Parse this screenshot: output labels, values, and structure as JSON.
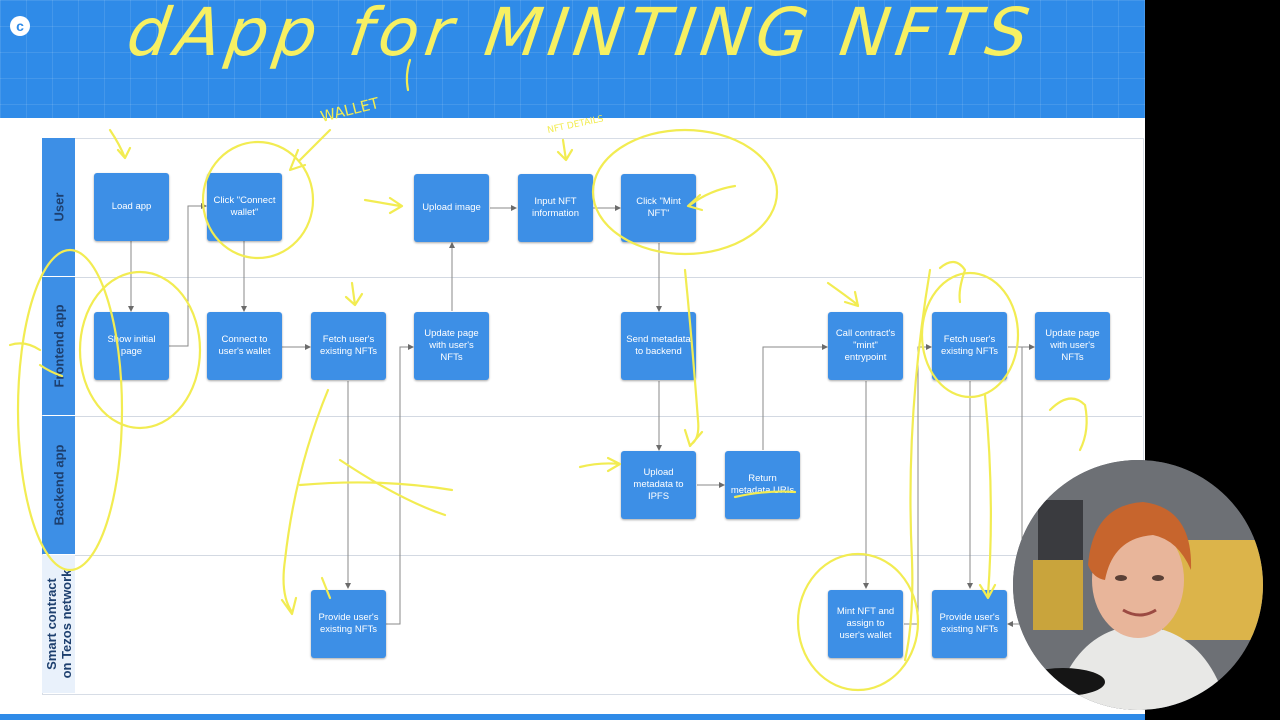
{
  "title_ink": "dApp for MINTING NFTS",
  "annotations": {
    "wallet": "WALLET",
    "nft_details": "NFT DETAILS"
  },
  "lanes": {
    "user": "User",
    "frontend": "Frontend app",
    "backend": "Backend app",
    "contract_line1": "Smart contract",
    "contract_line2": "on Tezos network"
  },
  "nodes": {
    "load_app": "Load app",
    "connect_wallet_click": "Click \"Connect wallet\"",
    "upload_image": "Upload image",
    "input_nft": "Input NFT information",
    "mint_click": "Click \"Mint NFT\"",
    "show_initial": "Show initial page",
    "connect_wallet": "Connect to user's wallet",
    "fetch_nfts_1": "Fetch user's existing NFTs",
    "update_page_1": "Update page with user's NFTs",
    "send_metadata": "Send metadata to backend",
    "call_mint": "Call contract's \"mint\" entrypoint",
    "fetch_nfts_2": "Fetch user's existing NFTs",
    "update_page_2": "Update page with user's NFTs",
    "upload_ipfs": "Upload metadata to IPFS",
    "return_uris": "Return metadata URIs",
    "provide_nfts_1": "Provide user's existing NFTs",
    "mint_assign": "Mint NFT and assign to user's wallet",
    "provide_nfts_2": "Provide user's existing NFTs"
  },
  "colors": {
    "banner": "#2f8be8",
    "node": "#3d8fe6",
    "ink": "#f2ec52"
  }
}
